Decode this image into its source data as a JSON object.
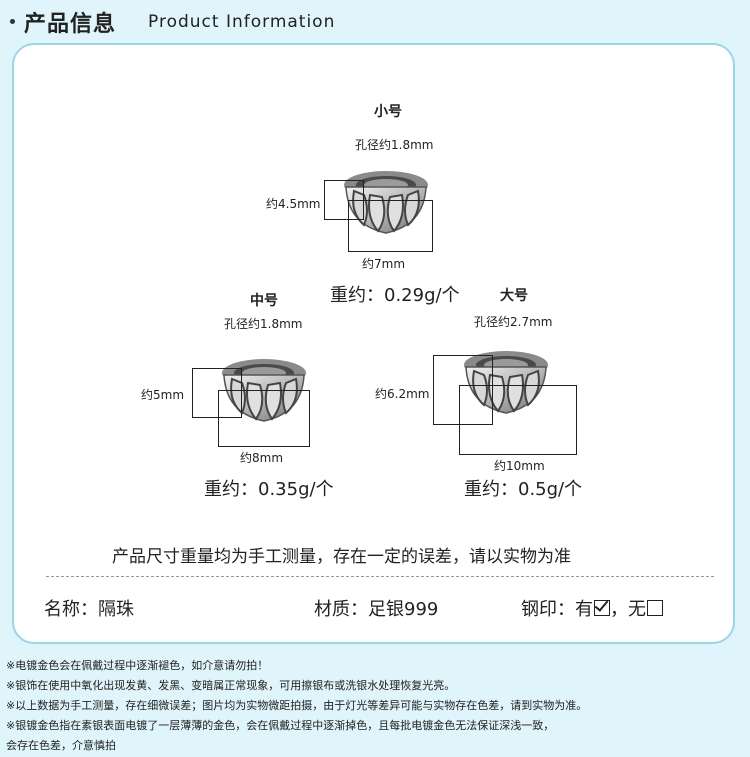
{
  "header": {
    "title_zh": "产品信息",
    "title_en": "Product Information"
  },
  "small": {
    "size": "小号",
    "hole": "孔径约1.8mm",
    "height": "约4.5mm",
    "width": "约7mm",
    "weight": "重约：0.29g/个"
  },
  "medium": {
    "size": "中号",
    "hole": "孔径约1.8mm",
    "height": "约5mm",
    "width": "约8mm",
    "weight": "重约：0.35g/个"
  },
  "large": {
    "size": "大号",
    "hole": "孔径约2.7mm",
    "height": "约6.2mm",
    "width": "约10mm",
    "weight": "重约：0.5g/个"
  },
  "note": "产品尺寸重量均为手工测量，存在一定的误差，请以实物为准",
  "meta": {
    "name": "名称：隔珠",
    "material": "材质：足银999",
    "stamp_label": "钢印：",
    "stamp_yes": "有",
    "stamp_sep": "，",
    "stamp_no": "无"
  },
  "footnotes": [
    "※电镀金色会在佩戴过程中逐渐褪色，如介意请勿拍！",
    "※银饰在使用中氧化出现发黄、发黑、变暗属正常现象，可用擦银布或洗银水处理恢复光亮。",
    "※以上数据为手工测量，存在细微误差；图片均为实物微距拍摄，由于灯光等差异可能与实物存在色差，请到实物为准。",
    "※银镀金色指在素银表面电镀了一层薄薄的金色，会在佩戴过程中逐渐掉色，且每批电镀金色无法保证深浅一致，",
    "会存在色差，介意慎拍"
  ]
}
